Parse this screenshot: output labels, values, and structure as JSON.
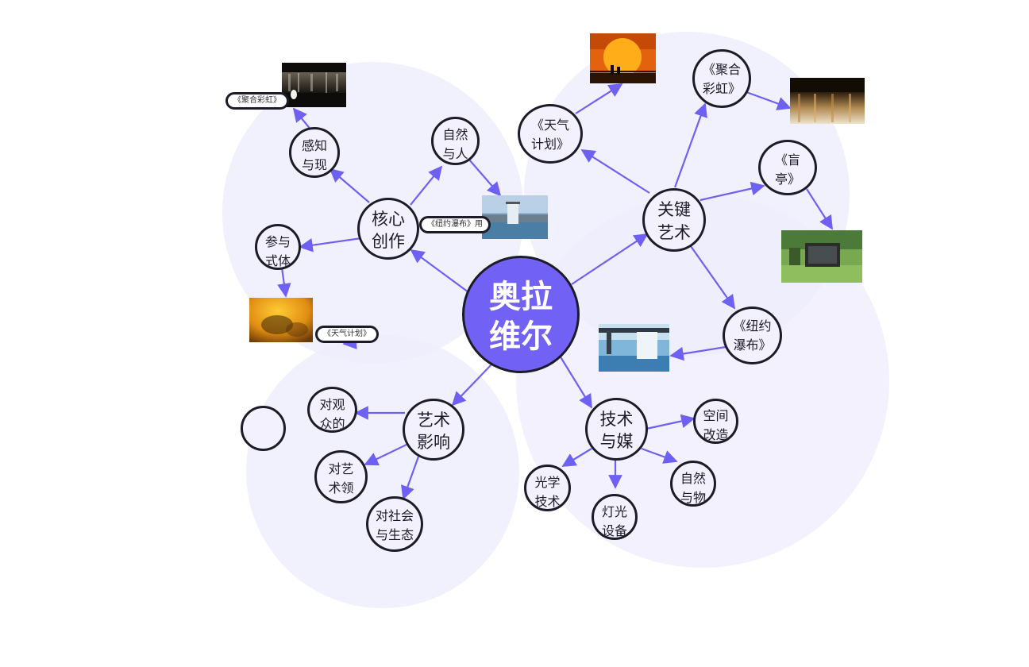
{
  "mindmap": {
    "center": "奥拉维尔",
    "branches": {
      "core": "核心创作",
      "perception": "感知与现",
      "nature_people": "自然与人",
      "participation": "参与式体",
      "key_art": "关键艺术",
      "weather_project": "《天气计划》",
      "convergent_rainbow": "《聚合彩虹》",
      "blind_pavilion": "《盲亭》",
      "nyc_waterfalls": "《纽约瀑布》",
      "impact": "艺术影响",
      "on_audience": "对观众的",
      "on_art_field": "对艺术领",
      "on_society": "对社会与生态",
      "tech_media": "技术与媒",
      "space": "空间改造",
      "optics": "光学技术",
      "lighting": "灯光设备",
      "natural_materials": "自然与物"
    },
    "chips": {
      "rainbow": "《聚合彩虹》",
      "waterfalls": "《纽约瀑布》用",
      "weather": "《天气计划》"
    }
  },
  "colors": {
    "accent": "#7161f5",
    "bubble": "#efedfd",
    "node_fill": "#f3f1fe",
    "outline": "#1c1c28"
  }
}
